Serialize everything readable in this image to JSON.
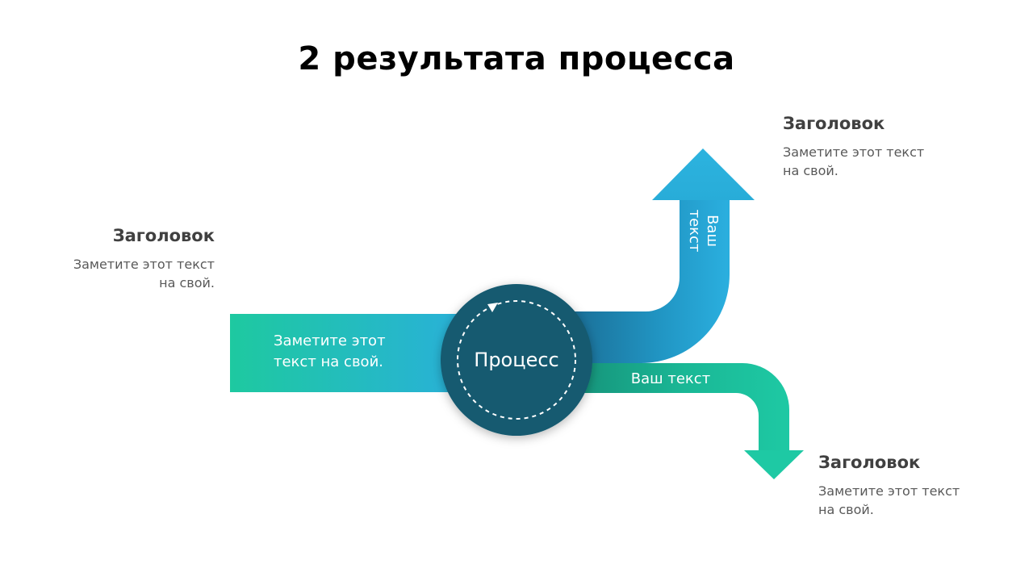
{
  "title": "2 результата процесса",
  "center": {
    "label": "Процесс"
  },
  "input_arrow": {
    "text_line1": "Заметите этот",
    "text_line2": "текст на свой."
  },
  "up_arrow": {
    "text_line1": "Ваш",
    "text_line2": "текст"
  },
  "down_arrow": {
    "text": "Ваш текст"
  },
  "blocks": {
    "left": {
      "heading": "Заголовок",
      "body": "Заметите этот текст\nна свой."
    },
    "top_right": {
      "heading": "Заголовок",
      "body": " Заметите этот текст\nна свой."
    },
    "bottom_right": {
      "heading": "Заголовок",
      "body": " Заметите этот текст\nна свой."
    }
  },
  "colors": {
    "teal_green": "#1ec9a0",
    "sky_blue": "#29b0da",
    "deep_blue": "#1a6f97",
    "circle_dark": "#135a70",
    "heading_gray": "#404040",
    "body_gray": "#595959"
  }
}
